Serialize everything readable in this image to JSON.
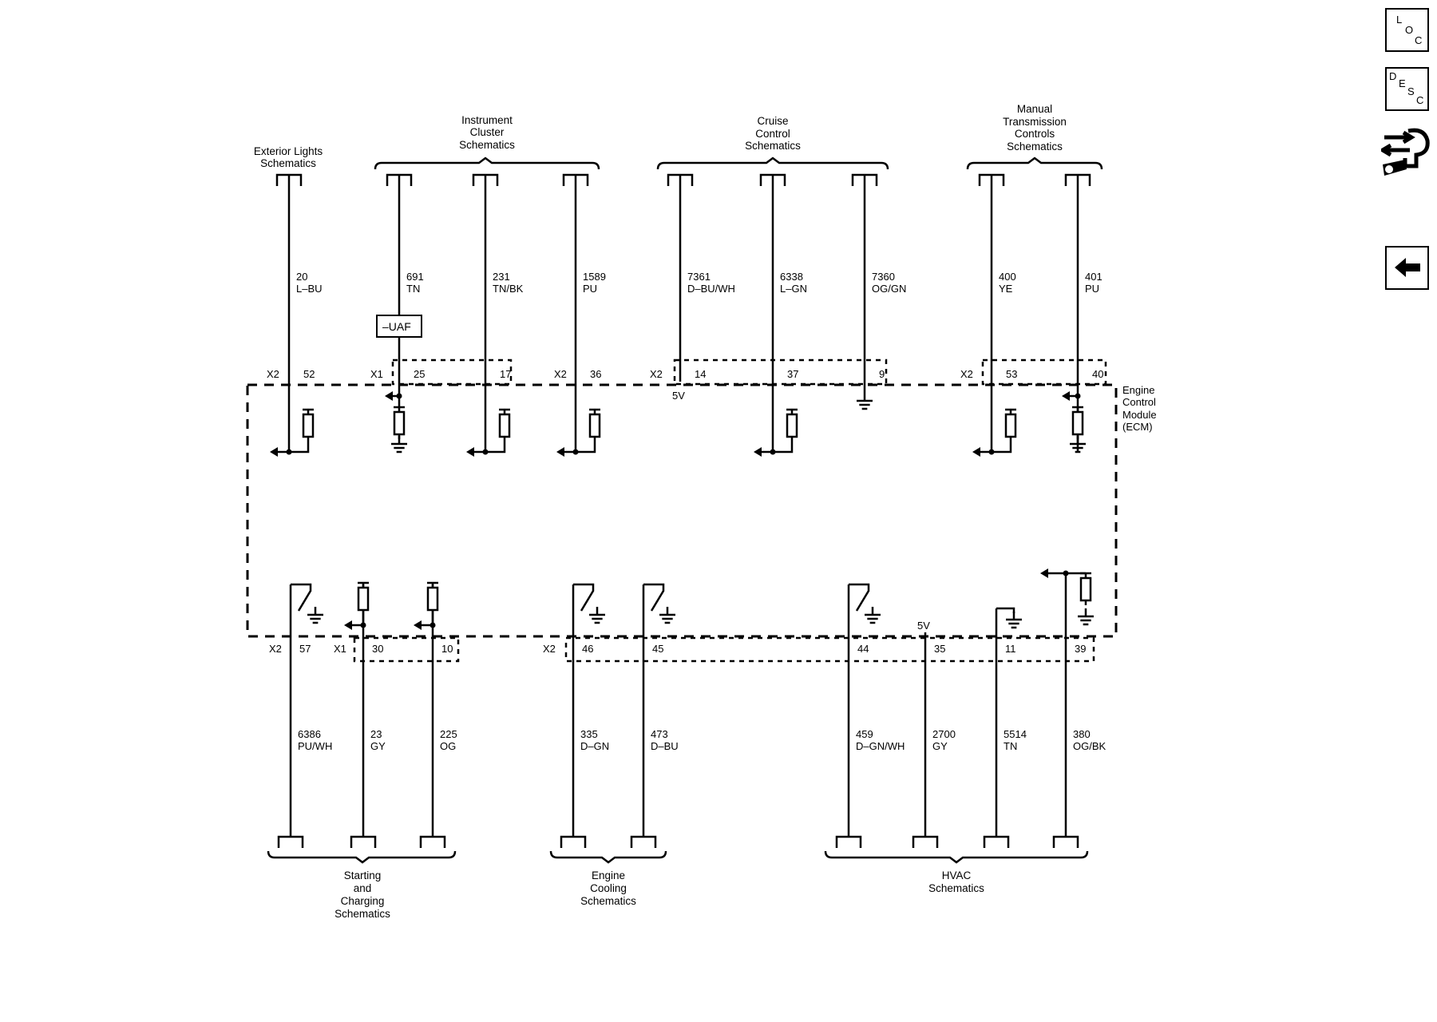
{
  "nav": {
    "loc": [
      "L",
      "O",
      "C"
    ],
    "desc": [
      "D",
      "E",
      "S",
      "C"
    ]
  },
  "module": {
    "label_lines": [
      "Engine",
      "Control",
      "Module",
      "(ECM)"
    ]
  },
  "labels": {
    "five_volt": "5V",
    "uaf": "–UAF"
  },
  "groups": {
    "exterior_lights": [
      "Exterior Lights",
      "Schematics"
    ],
    "instrument_cluster": [
      "Instrument",
      "Cluster",
      "Schematics"
    ],
    "cruise_control": [
      "Cruise",
      "Control",
      "Schematics"
    ],
    "manual_transmission": [
      "Manual",
      "Transmission",
      "Controls",
      "Schematics"
    ],
    "starting_charging": [
      "Starting",
      "and",
      "Charging",
      "Schematics"
    ],
    "engine_cooling": [
      "Engine",
      "Cooling",
      "Schematics"
    ],
    "hvac": [
      "HVAC",
      "Schematics"
    ]
  },
  "top_connectors": [
    "X2",
    "X1",
    "X2",
    "X2",
    "X2"
  ],
  "bottom_connectors": [
    "X2",
    "X1",
    "X2"
  ],
  "top_wires": [
    {
      "circuit": "20",
      "color": "L–BU",
      "pin": "52"
    },
    {
      "circuit": "691",
      "color": "TN",
      "pin": "25"
    },
    {
      "circuit": "231",
      "color": "TN/BK",
      "pin": "17"
    },
    {
      "circuit": "1589",
      "color": "PU",
      "pin": "36"
    },
    {
      "circuit": "7361",
      "color": "D–BU/WH",
      "pin": "14"
    },
    {
      "circuit": "6338",
      "color": "L–GN",
      "pin": "37"
    },
    {
      "circuit": "7360",
      "color": "OG/GN",
      "pin": "9"
    },
    {
      "circuit": "400",
      "color": "YE",
      "pin": "53"
    },
    {
      "circuit": "401",
      "color": "PU",
      "pin": "40"
    }
  ],
  "bottom_wires": [
    {
      "circuit": "6386",
      "color": "PU/WH",
      "pin": "57"
    },
    {
      "circuit": "23",
      "color": "GY",
      "pin": "30"
    },
    {
      "circuit": "225",
      "color": "OG",
      "pin": "10"
    },
    {
      "circuit": "335",
      "color": "D–GN",
      "pin": "46"
    },
    {
      "circuit": "473",
      "color": "D–BU",
      "pin": "45"
    },
    {
      "circuit": "459",
      "color": "D–GN/WH",
      "pin": "44"
    },
    {
      "circuit": "2700",
      "color": "GY",
      "pin": "35"
    },
    {
      "circuit": "5514",
      "color": "TN",
      "pin": "11"
    },
    {
      "circuit": "380",
      "color": "OG/BK",
      "pin": "39"
    }
  ]
}
